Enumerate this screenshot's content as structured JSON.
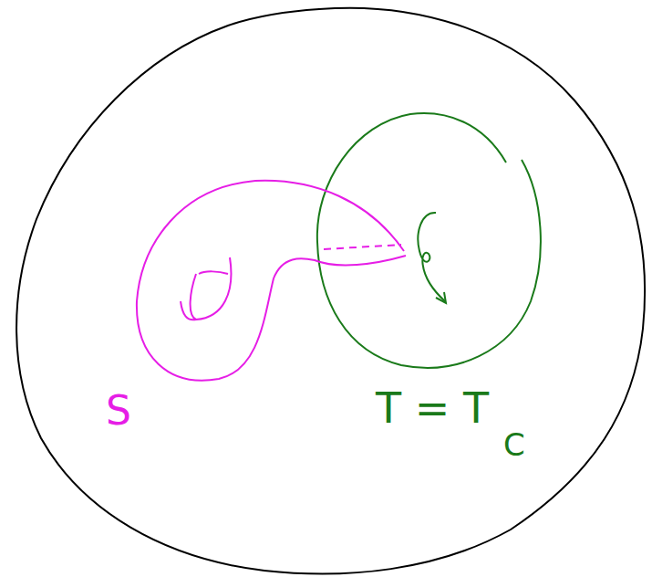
{
  "diagram": {
    "labels": [
      "S",
      "T = T",
      "C"
    ]
  }
}
